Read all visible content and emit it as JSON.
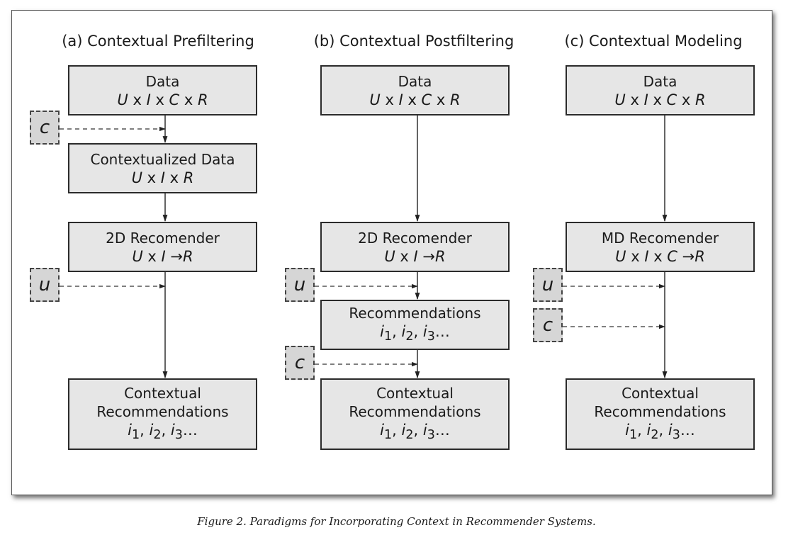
{
  "columns": [
    {
      "title": "(a) Contextual Prefiltering",
      "data_box": {
        "label": "Data",
        "formula": [
          "U",
          " x ",
          "I",
          " x ",
          "C",
          " x ",
          "R"
        ]
      },
      "contextualized_box": {
        "label": "Contextualized Data",
        "formula": [
          "U",
          " x ",
          "I",
          " x ",
          "R"
        ]
      },
      "recommender_box": {
        "label": "2D Recomender",
        "formula": [
          "U",
          " x ",
          "I",
          " →",
          "R"
        ]
      },
      "output_box": {
        "line1": "Contextual",
        "line2": "Recommendations",
        "items": [
          "i",
          "1",
          ", ",
          "i",
          "2",
          ", ",
          "i",
          "3",
          "…"
        ]
      },
      "context_inputs": [
        "c",
        "u"
      ]
    },
    {
      "title": "(b) Contextual Postfiltering",
      "data_box": {
        "label": "Data",
        "formula": [
          "U",
          " x ",
          "I",
          " x ",
          "C",
          " x ",
          "R"
        ]
      },
      "recommender_box": {
        "label": "2D Recomender",
        "formula": [
          "U",
          " x ",
          "I",
          " →",
          "R"
        ]
      },
      "recommendations_box": {
        "label": "Recommendations",
        "items": [
          "i",
          "1",
          ", ",
          "i",
          "2",
          ", ",
          "i",
          "3",
          "…"
        ]
      },
      "output_box": {
        "line1": "Contextual",
        "line2": "Recommendations",
        "items": [
          "i",
          "1",
          ", ",
          "i",
          "2",
          ", ",
          "i",
          "3",
          "…"
        ]
      },
      "context_inputs": [
        "u",
        "c"
      ]
    },
    {
      "title": "(c) Contextual Modeling",
      "data_box": {
        "label": "Data",
        "formula": [
          "U",
          " x ",
          "I",
          " x ",
          "C",
          " x ",
          "R"
        ]
      },
      "recommender_box": {
        "label": "MD Recomender",
        "formula": [
          "U",
          " x ",
          "I",
          " x ",
          "C",
          " →",
          "R"
        ]
      },
      "output_box": {
        "line1": "Contextual",
        "line2": "Recommendations",
        "items": [
          "i",
          "1",
          ", ",
          "i",
          "2",
          ", ",
          "i",
          "3",
          "…"
        ]
      },
      "context_inputs": [
        "u",
        "c"
      ]
    }
  ],
  "caption": "Figure 2. Paradigms for Incorporating Context in Recommender Systems."
}
